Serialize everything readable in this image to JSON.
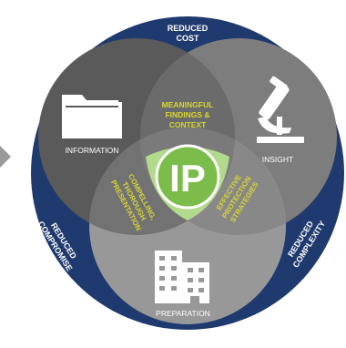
{
  "outer_ring": {
    "top_label": [
      "REDUCED",
      "COST"
    ],
    "left_label": [
      "REDUCED",
      "COMPROMISE"
    ],
    "right_label": [
      "REDUCED",
      "COMPLEXITY"
    ]
  },
  "circles": {
    "information": "INFORMATION",
    "insight": "INSIGHT",
    "preparation": "PREPARATION"
  },
  "overlaps": {
    "info_insight": [
      "MEANINGFUL",
      "FINDINGS &",
      "CONTEXT"
    ],
    "info_preparation": [
      "COMPELLING,",
      "THOROUGH",
      "PRESENTATION"
    ],
    "insight_preparation": [
      "EFFECTIVE",
      "PROTECTION",
      "STRATEGIES"
    ]
  },
  "center_badge": "IP",
  "icons": {
    "information": "folder-icon",
    "insight": "microscope-icon",
    "preparation": "building-icon",
    "pointer": "arrow-right-icon"
  },
  "colors": {
    "ring": "#1f3a6e",
    "information_circle": "#5a5a5a",
    "insight_circle": "#7d7d7d",
    "preparation_circle": "#989898",
    "overlap_text": "#d8d630",
    "badge": "#7cbc4b",
    "badge_ring": "#b3d98d",
    "label_text": "#ffffff"
  }
}
